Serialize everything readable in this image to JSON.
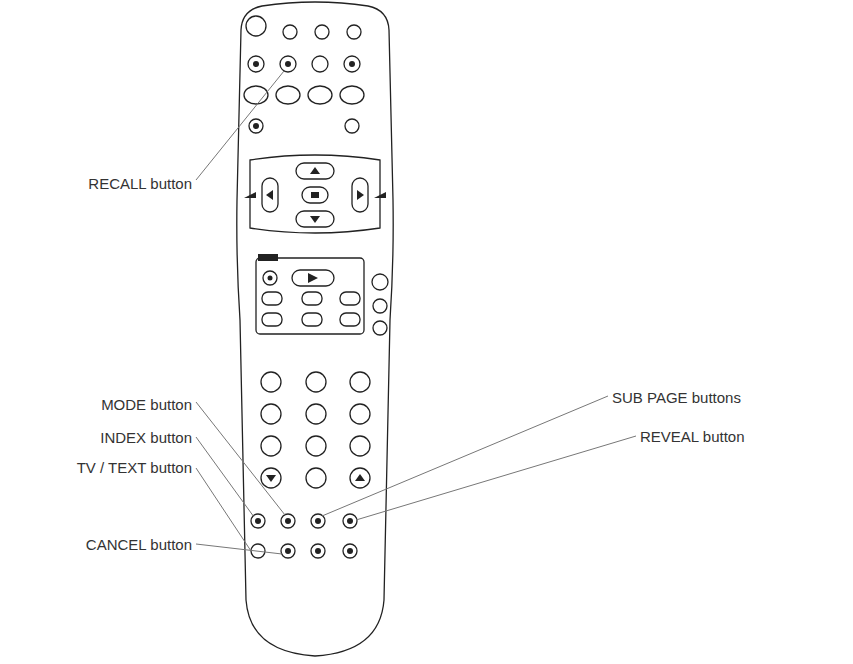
{
  "diagram": {
    "labels": [
      "RECALL button",
      "MODE button",
      "INDEX button",
      "TV / TEXT button",
      "CANCEL button",
      "SUB PAGE buttons",
      "REVEAL button"
    ]
  }
}
